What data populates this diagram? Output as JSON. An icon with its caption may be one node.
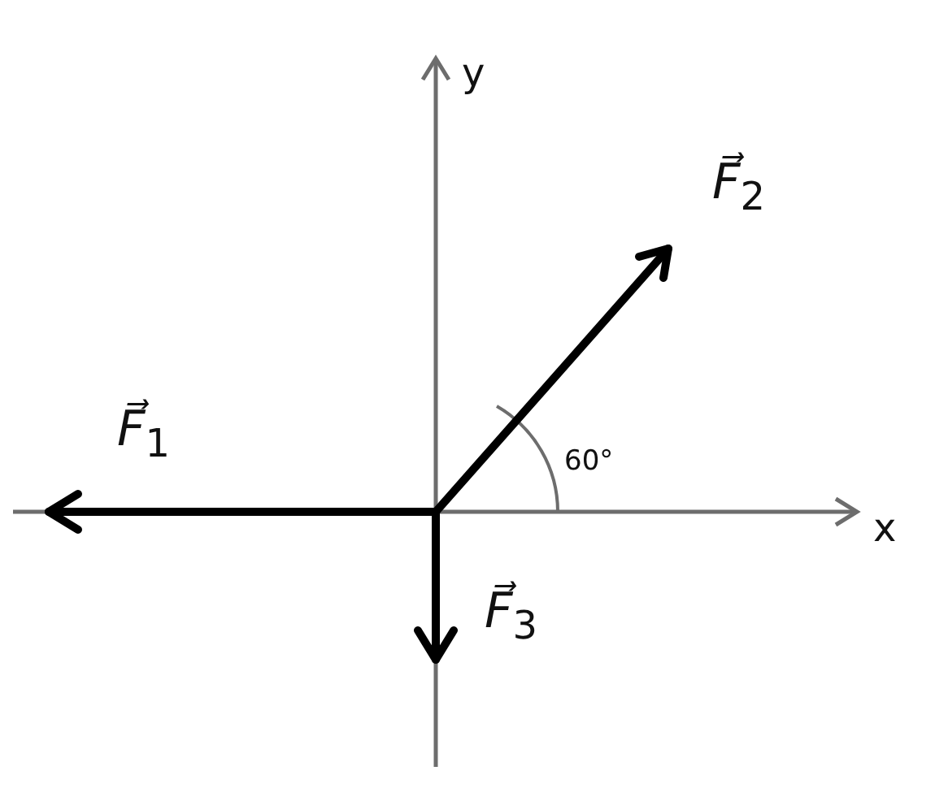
{
  "diagram": {
    "labels": [
      "y",
      "*F⃗*$_{2}$",
      "*F⃗*$_{1}$",
      "60°",
      "x",
      "*F⃗*$_{3}$"
    ]
  }
}
